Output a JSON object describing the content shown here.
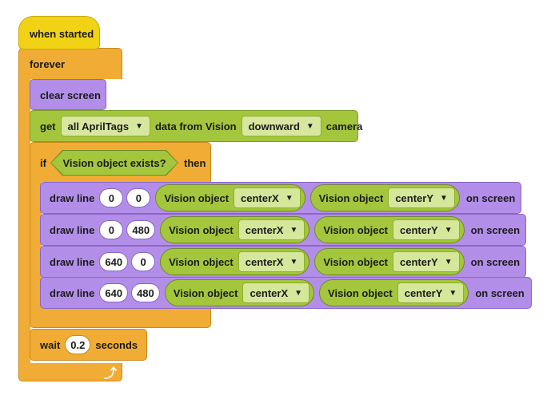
{
  "hat": {
    "label": "when started"
  },
  "forever": {
    "label": "forever"
  },
  "clear_screen": {
    "label": "clear screen"
  },
  "get_block": {
    "get_label": "get",
    "tags_value": "all AprilTags",
    "middle_label": "data from Vision",
    "sensor_value": "downward",
    "end_label": "camera"
  },
  "if_block": {
    "if_label": "if",
    "condition": "Vision object exists?",
    "then_label": "then"
  },
  "draw_lines": [
    {
      "label": "draw line",
      "x": "0",
      "y": "0",
      "end": "on screen"
    },
    {
      "label": "draw line",
      "x": "0",
      "y": "480",
      "end": "on screen"
    },
    {
      "label": "draw line",
      "x": "640",
      "y": "0",
      "end": "on screen"
    },
    {
      "label": "draw line",
      "x": "640",
      "y": "480",
      "end": "on screen"
    }
  ],
  "reporter": {
    "label": "Vision object",
    "x_prop": "centerX",
    "y_prop": "centerY"
  },
  "wait_block": {
    "label": "wait",
    "value": "0.2",
    "unit": "seconds"
  },
  "icons": {
    "dropdown": "caret-down-icon",
    "loop": "loop-arrow-icon"
  },
  "colors": {
    "events": "#f2d214",
    "control": "#f0ac35",
    "looks": "#b28ee8",
    "vision": "#a4c63d"
  }
}
